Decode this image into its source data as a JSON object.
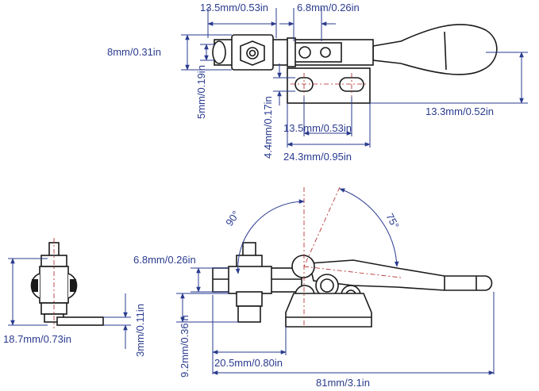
{
  "colors": {
    "dimension": "#2a3b8f",
    "outline": "#1a1a1a",
    "centerline": "#b02020"
  },
  "top_view": {
    "dim_body_length": "13.5mm/0.53in",
    "dim_pivot_width": "6.8mm/0.26in",
    "dim_body_height": "8mm/0.31in",
    "dim_slot_gap": "5mm/0.19in",
    "dim_slot_width": "4.4mm/0.17in",
    "dim_hole_spacing": "13.5mm/0.53in",
    "dim_base_length": "24.3mm/0.95in",
    "dim_handle_height": "13.3mm/0.52in"
  },
  "front_view": {
    "dim_height": "18.7mm/0.73in",
    "dim_base_thickness": "3mm/0.11in"
  },
  "side_view": {
    "angle_open": "90°",
    "angle_handle": "75°",
    "dim_bar_width": "6.8mm/0.26in",
    "dim_spindle_height": "9.2mm/0.36in",
    "dim_spindle_offset": "20.5mm/0.80in",
    "dim_total_length": "81mm/3.1in"
  }
}
